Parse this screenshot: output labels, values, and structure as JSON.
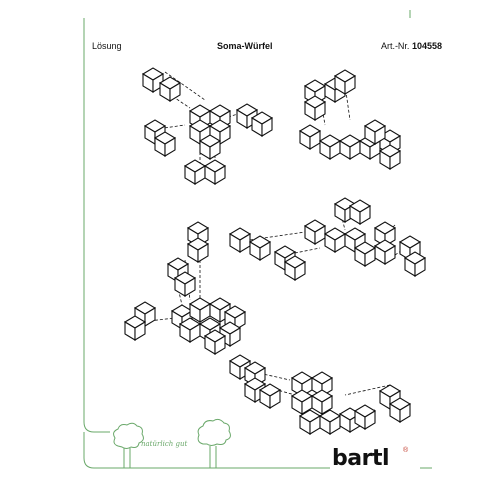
{
  "header": {
    "left_label": "Lösung",
    "title": "Soma-Würfel",
    "article_prefix": "Art.-Nr.",
    "article_number": "104558"
  },
  "footer": {
    "slogan": "natürlich gut",
    "brand": "bartl",
    "brand_mark": "®"
  },
  "colors": {
    "frame_green": "#6aa86a",
    "line": "#111111",
    "brand_red": "#c0392b"
  }
}
